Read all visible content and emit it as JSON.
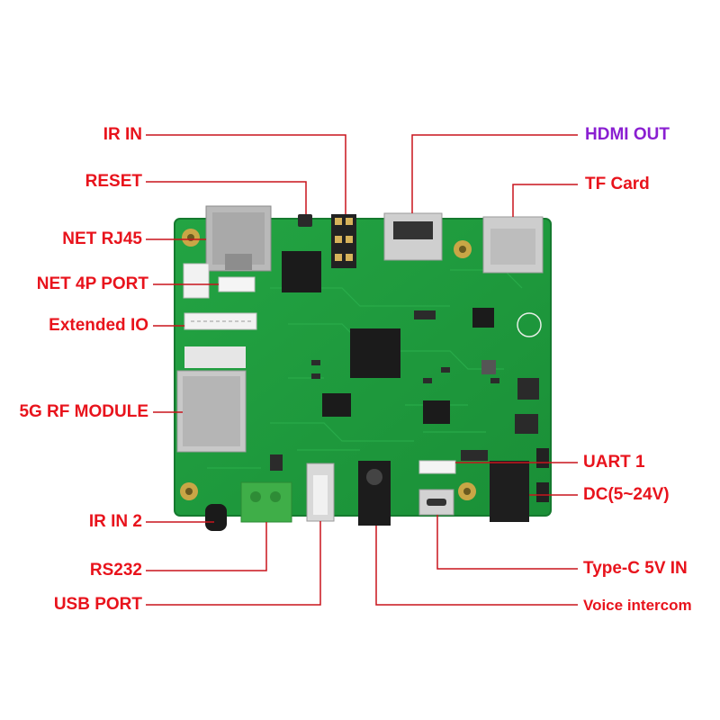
{
  "colors": {
    "label": "#e8131c",
    "label_hdmi": "#8a1fd1",
    "leader": "#c8141c",
    "pcb": "#1f9a3c",
    "pcb_dark": "#15782d",
    "silk": "#e6efe6",
    "gold": "#c9a646",
    "chip": "#1b1b1b",
    "metal": "#c9c9c9",
    "terminal": "#3fae48"
  },
  "labels": {
    "ir_in": "IR IN",
    "reset": "RESET",
    "net_rj45": "NET RJ45",
    "net_4p_port": "NET 4P PORT",
    "extended_io": "Extended IO",
    "rf_module": "5G RF MODULE",
    "ir_in_2": "IR IN 2",
    "rs232": "RS232",
    "usb_port": "USB PORT",
    "hdmi_out": "HDMI OUT",
    "tf_card": "TF Card",
    "uart_1": "UART 1",
    "dc_input": "DC(5~24V)",
    "type_c": "Type-C 5V IN",
    "voice_intercom": "Voice intercom"
  }
}
